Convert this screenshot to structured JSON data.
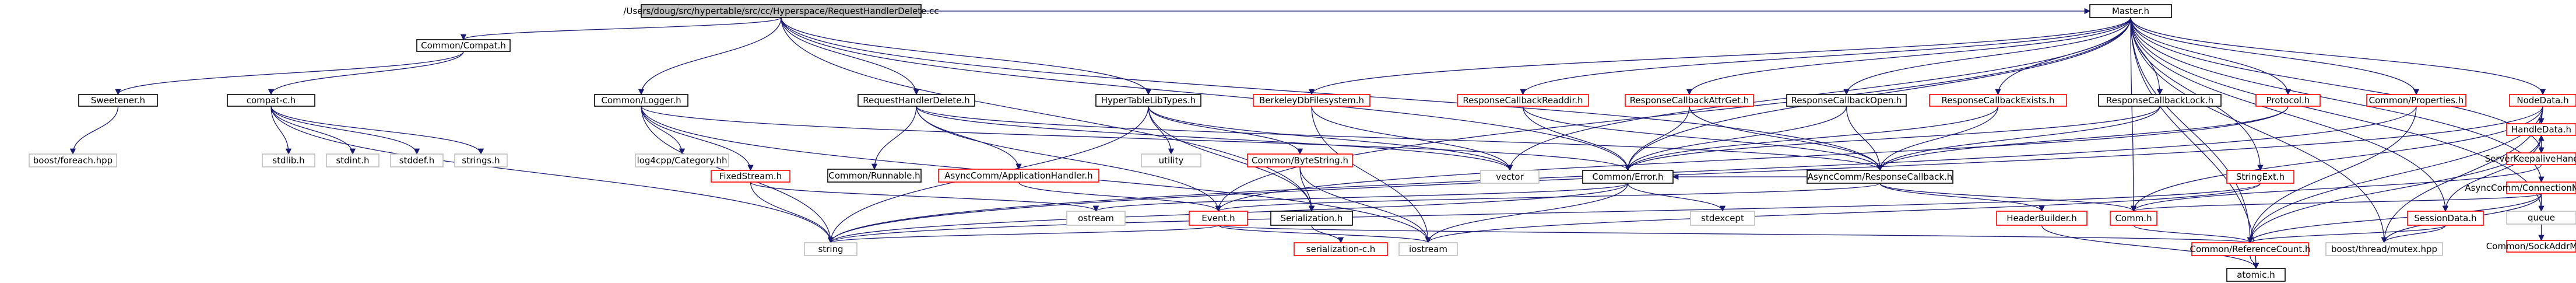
{
  "diagram": {
    "colors": {
      "edge": "#191970",
      "node_border_black": "#000000",
      "node_border_red": "#ff0000",
      "node_border_gray": "#bfbfbf",
      "root_fill": "#bfbfbf",
      "node_fill": "#ffffff"
    },
    "nodes": [
      {
        "id": "root",
        "label": "/Users/doug/src/hypertable/src/cc/Hyperspace/RequestHandlerDelete.cc",
        "style": "root"
      },
      {
        "id": "compat_h",
        "label": "Common/Compat.h",
        "style": "black"
      },
      {
        "id": "sweetener",
        "label": "Sweetener.h",
        "style": "black"
      },
      {
        "id": "compat_c",
        "label": "compat-c.h",
        "style": "black"
      },
      {
        "id": "boost_foreach",
        "label": "boost/foreach.hpp",
        "style": "gray"
      },
      {
        "id": "stdlib",
        "label": "stdlib.h",
        "style": "gray"
      },
      {
        "id": "stdint",
        "label": "stdint.h",
        "style": "gray"
      },
      {
        "id": "stddef",
        "label": "stddef.h",
        "style": "gray"
      },
      {
        "id": "strings",
        "label": "strings.h",
        "style": "gray"
      },
      {
        "id": "logger",
        "label": "Common/Logger.h",
        "style": "black"
      },
      {
        "id": "log4cpp",
        "label": "log4cpp/Category.hh",
        "style": "gray"
      },
      {
        "id": "fixedstream",
        "label": "FixedStream.h",
        "style": "red"
      },
      {
        "id": "rhd_h",
        "label": "RequestHandlerDelete.h",
        "style": "black"
      },
      {
        "id": "runnable",
        "label": "Common/Runnable.h",
        "style": "black"
      },
      {
        "id": "appHandler",
        "label": "AsyncComm/ApplicationHandler.h",
        "style": "red"
      },
      {
        "id": "hlt",
        "label": "HyperTableLibTypes.h",
        "style": "black"
      },
      {
        "id": "utility",
        "label": "utility",
        "style": "gray"
      },
      {
        "id": "bytestring",
        "label": "Common/ByteString.h",
        "style": "red"
      },
      {
        "id": "serialization",
        "label": "Serialization.h",
        "style": "black"
      },
      {
        "id": "serialization_c",
        "label": "serialization-c.h",
        "style": "red"
      },
      {
        "id": "master",
        "label": "Master.h",
        "style": "black"
      },
      {
        "id": "berkeley",
        "label": "BerkeleyDbFilesystem.h",
        "style": "red"
      },
      {
        "id": "rcReaddir",
        "label": "ResponseCallbackReaddir.h",
        "style": "red"
      },
      {
        "id": "rcAttrGet",
        "label": "ResponseCallbackAttrGet.h",
        "style": "red"
      },
      {
        "id": "rcOpen",
        "label": "ResponseCallbackOpen.h",
        "style": "black"
      },
      {
        "id": "rcExists",
        "label": "ResponseCallbackExists.h",
        "style": "red"
      },
      {
        "id": "rcLock",
        "label": "ResponseCallbackLock.h",
        "style": "black"
      },
      {
        "id": "protocol",
        "label": "Protocol.h",
        "style": "red"
      },
      {
        "id": "properties",
        "label": "Common/Properties.h",
        "style": "red"
      },
      {
        "id": "nodedata",
        "label": "NodeData.h",
        "style": "red"
      },
      {
        "id": "skh",
        "label": "ServerKeepaliveHandler.h",
        "style": "red"
      },
      {
        "id": "connmgr",
        "label": "AsyncComm/ConnectionManager.h",
        "style": "red"
      },
      {
        "id": "vector",
        "label": "vector",
        "style": "gray"
      },
      {
        "id": "error",
        "label": "Common/Error.h",
        "style": "black"
      },
      {
        "id": "respcb",
        "label": "AsyncComm/ResponseCallback.h",
        "style": "black"
      },
      {
        "id": "stringext",
        "label": "StringExt.h",
        "style": "red"
      },
      {
        "id": "handledata",
        "label": "HandleData.h",
        "style": "red"
      },
      {
        "id": "queue",
        "label": "queue",
        "style": "gray"
      },
      {
        "id": "sockaddr",
        "label": "Common/SockAddrMap.h",
        "style": "red"
      },
      {
        "id": "ostream",
        "label": "ostream",
        "style": "gray"
      },
      {
        "id": "event",
        "label": "Event.h",
        "style": "red"
      },
      {
        "id": "stdexcept",
        "label": "stdexcept",
        "style": "gray"
      },
      {
        "id": "headerbuilder",
        "label": "HeaderBuilder.h",
        "style": "red"
      },
      {
        "id": "comm",
        "label": "Comm.h",
        "style": "red"
      },
      {
        "id": "sessiondata",
        "label": "SessionData.h",
        "style": "red"
      },
      {
        "id": "string",
        "label": "string",
        "style": "gray"
      },
      {
        "id": "iostream",
        "label": "iostream",
        "style": "gray"
      },
      {
        "id": "refcount",
        "label": "Common/ReferenceCount.h",
        "style": "red"
      },
      {
        "id": "mutex",
        "label": "boost/thread/mutex.hpp",
        "style": "gray"
      },
      {
        "id": "atomic",
        "label": "atomic.h",
        "style": "black"
      }
    ],
    "edges": [
      [
        "root",
        "compat_h"
      ],
      [
        "root",
        "logger"
      ],
      [
        "root",
        "rhd_h"
      ],
      [
        "root",
        "hlt"
      ],
      [
        "root",
        "error"
      ],
      [
        "root",
        "respcb"
      ],
      [
        "root",
        "master"
      ],
      [
        "root",
        "serialization"
      ],
      [
        "compat_h",
        "sweetener"
      ],
      [
        "compat_h",
        "compat_c"
      ],
      [
        "sweetener",
        "boost_foreach"
      ],
      [
        "compat_c",
        "stdlib"
      ],
      [
        "compat_c",
        "stdint"
      ],
      [
        "compat_c",
        "stddef"
      ],
      [
        "compat_c",
        "strings"
      ],
      [
        "compat_c",
        "string"
      ],
      [
        "logger",
        "log4cpp"
      ],
      [
        "logger",
        "fixedstream"
      ],
      [
        "logger",
        "iostream"
      ],
      [
        "logger",
        "string"
      ],
      [
        "logger",
        "error"
      ],
      [
        "fixedstream",
        "ostream"
      ],
      [
        "fixedstream",
        "string"
      ],
      [
        "rhd_h",
        "runnable"
      ],
      [
        "rhd_h",
        "appHandler"
      ],
      [
        "rhd_h",
        "event"
      ],
      [
        "rhd_h",
        "respcb"
      ],
      [
        "rhd_h",
        "vector"
      ],
      [
        "appHandler",
        "event"
      ],
      [
        "hlt",
        "utility"
      ],
      [
        "hlt",
        "vector"
      ],
      [
        "hlt",
        "bytestring"
      ],
      [
        "hlt",
        "serialization"
      ],
      [
        "hlt",
        "string"
      ],
      [
        "bytestring",
        "serialization"
      ],
      [
        "bytestring",
        "iostream"
      ],
      [
        "serialization",
        "serialization_c"
      ],
      [
        "master",
        "berkeley"
      ],
      [
        "master",
        "rcReaddir"
      ],
      [
        "master",
        "rcAttrGet"
      ],
      [
        "master",
        "rcOpen"
      ],
      [
        "master",
        "rcExists"
      ],
      [
        "master",
        "rcLock"
      ],
      [
        "master",
        "protocol"
      ],
      [
        "master",
        "properties"
      ],
      [
        "master",
        "nodedata"
      ],
      [
        "master",
        "skh"
      ],
      [
        "master",
        "connmgr"
      ],
      [
        "master",
        "error"
      ],
      [
        "master",
        "vector"
      ],
      [
        "master",
        "queue"
      ],
      [
        "master",
        "comm"
      ],
      [
        "master",
        "event"
      ],
      [
        "master",
        "refcount"
      ],
      [
        "master",
        "mutex"
      ],
      [
        "master",
        "atomic"
      ],
      [
        "master",
        "stringext"
      ],
      [
        "master",
        "sessiondata"
      ],
      [
        "berkeley",
        "vector"
      ],
      [
        "berkeley",
        "iostream"
      ],
      [
        "rcReaddir",
        "error"
      ],
      [
        "rcReaddir",
        "respcb"
      ],
      [
        "rcAttrGet",
        "error"
      ],
      [
        "rcAttrGet",
        "respcb"
      ],
      [
        "rcOpen",
        "error"
      ],
      [
        "rcOpen",
        "respcb"
      ],
      [
        "rcExists",
        "error"
      ],
      [
        "rcExists",
        "respcb"
      ],
      [
        "rcLock",
        "error"
      ],
      [
        "rcLock",
        "respcb"
      ],
      [
        "protocol",
        "event"
      ],
      [
        "protocol",
        "respcb"
      ],
      [
        "properties",
        "refcount"
      ],
      [
        "properties",
        "string"
      ],
      [
        "nodedata",
        "handledata"
      ],
      [
        "nodedata",
        "refcount"
      ],
      [
        "nodedata",
        "mutex"
      ],
      [
        "nodedata",
        "comm"
      ],
      [
        "nodedata",
        "string"
      ],
      [
        "skh",
        "handledata"
      ],
      [
        "skh",
        "comm"
      ],
      [
        "connmgr",
        "comm"
      ],
      [
        "connmgr",
        "sockaddr"
      ],
      [
        "connmgr",
        "refcount"
      ],
      [
        "connmgr",
        "mutex"
      ],
      [
        "error",
        "stdexcept"
      ],
      [
        "error",
        "ostream"
      ],
      [
        "error",
        "string"
      ],
      [
        "error",
        "iostream"
      ],
      [
        "respcb",
        "comm"
      ],
      [
        "respcb",
        "event"
      ],
      [
        "respcb",
        "headerbuilder"
      ],
      [
        "respcb",
        "error"
      ],
      [
        "stringext",
        "string"
      ],
      [
        "stringext",
        "iostream"
      ],
      [
        "handledata",
        "sessiondata"
      ],
      [
        "handledata",
        "refcount"
      ],
      [
        "event",
        "string"
      ],
      [
        "event",
        "iostream"
      ],
      [
        "event",
        "refcount"
      ],
      [
        "headerbuilder",
        "atomic"
      ],
      [
        "comm",
        "refcount"
      ],
      [
        "sessiondata",
        "refcount"
      ],
      [
        "sessiondata",
        "mutex"
      ],
      [
        "refcount",
        "atomic"
      ]
    ]
  }
}
